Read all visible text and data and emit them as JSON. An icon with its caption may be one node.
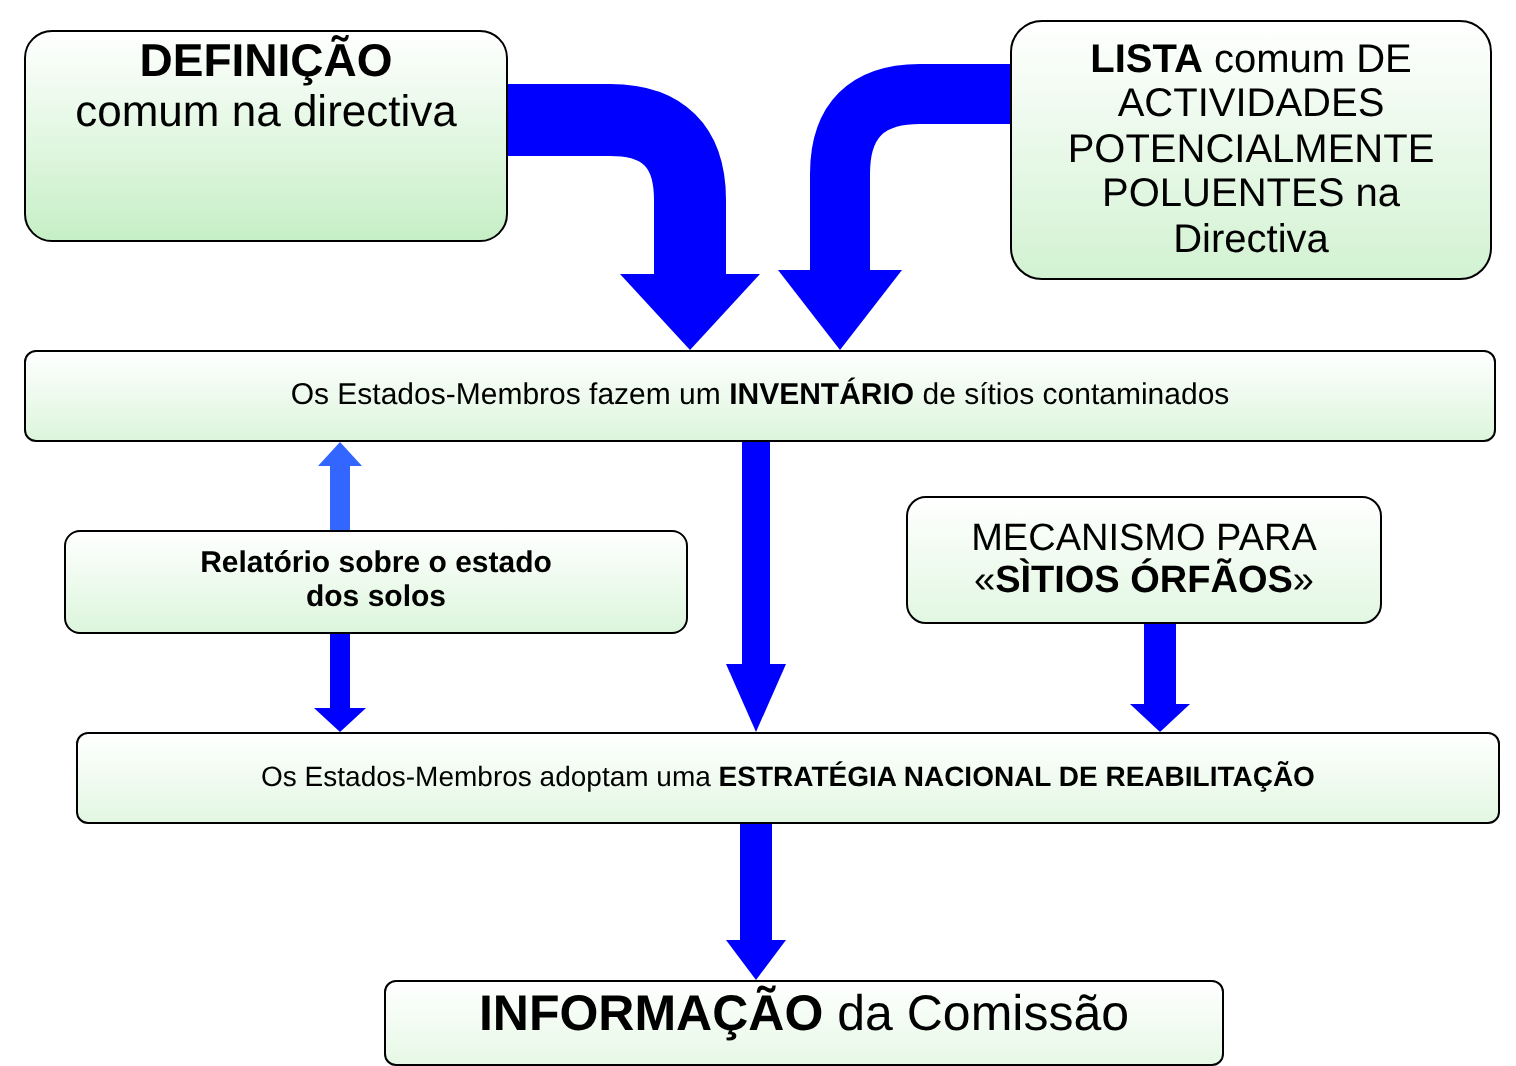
{
  "diagram": {
    "nodes": [
      {
        "text": [
          "DEFINIÇÃO",
          "comum na directiva"
        ]
      },
      {
        "text": [
          "**LISTA** comum DE ACTIVIDADES POTENCIALMENTE POLUENTES na Directiva"
        ]
      },
      {
        "text": [
          "Os Estados-Membros fazem um **INVENTÁRIO** de sítios contaminados"
        ]
      },
      {
        "text": [
          "Relatório sobre o estado dos solos"
        ]
      },
      {
        "text": [
          "MECANISMO PARA «**SÌTIOS ÓRFÃOS**»"
        ]
      },
      {
        "text": [
          "Os Estados-Membros adoptam uma **ESTRATÉGIA NACIONAL DE REABILITAÇÃO**"
        ]
      },
      {
        "text": [
          "**INFORMAÇÃO** da Comissão"
        ]
      }
    ],
    "edges": [
      {
        "from": 0,
        "to": 2,
        "arrow": "to"
      },
      {
        "from": 1,
        "to": 2,
        "arrow": "to"
      },
      {
        "from": 2,
        "to": 5,
        "arrow": "to"
      },
      {
        "from": 3,
        "to": 2,
        "arrow": "to",
        "color": "#3366ff"
      },
      {
        "from": 3,
        "to": 5,
        "arrow": "to"
      },
      {
        "from": 4,
        "to": 5,
        "arrow": "to"
      },
      {
        "from": 5,
        "to": 6,
        "arrow": "to"
      }
    ]
  }
}
